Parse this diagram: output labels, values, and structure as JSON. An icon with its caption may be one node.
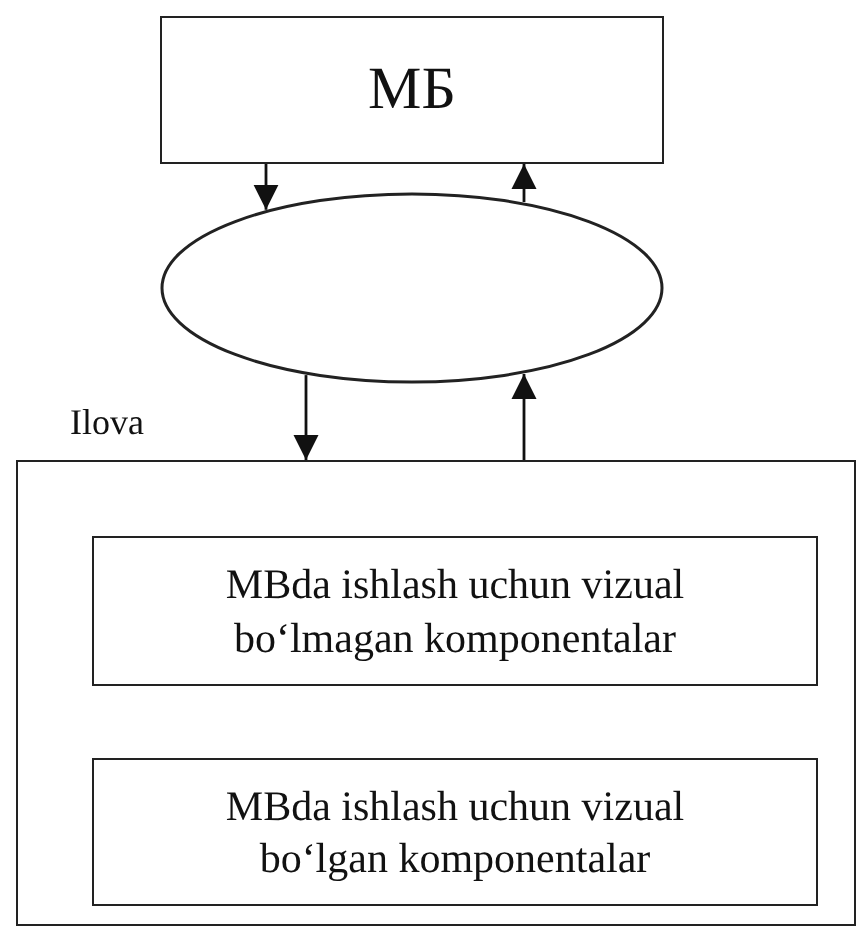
{
  "diagram": {
    "nodes": [
      {
        "text": [
          "МБ"
        ]
      },
      {
        "text": [],
        "shape": "ellipse"
      },
      {
        "text": [
          "Ilova"
        ]
      },
      {
        "text": [
          "MBda ishlash uchun vizual bo‘lmagan komponentalar"
        ],
        "in": 2
      },
      {
        "text": [
          "MBda ishlash uchun vizual bo‘lgan komponentalar"
        ],
        "in": 2
      }
    ],
    "edges": [
      {
        "from": 0,
        "to": 1,
        "arrow": "to"
      },
      {
        "from": 1,
        "to": 0,
        "arrow": "to"
      },
      {
        "from": 1,
        "to": 2,
        "arrow": "to"
      },
      {
        "from": 2,
        "to": 1,
        "arrow": "to"
      }
    ]
  }
}
